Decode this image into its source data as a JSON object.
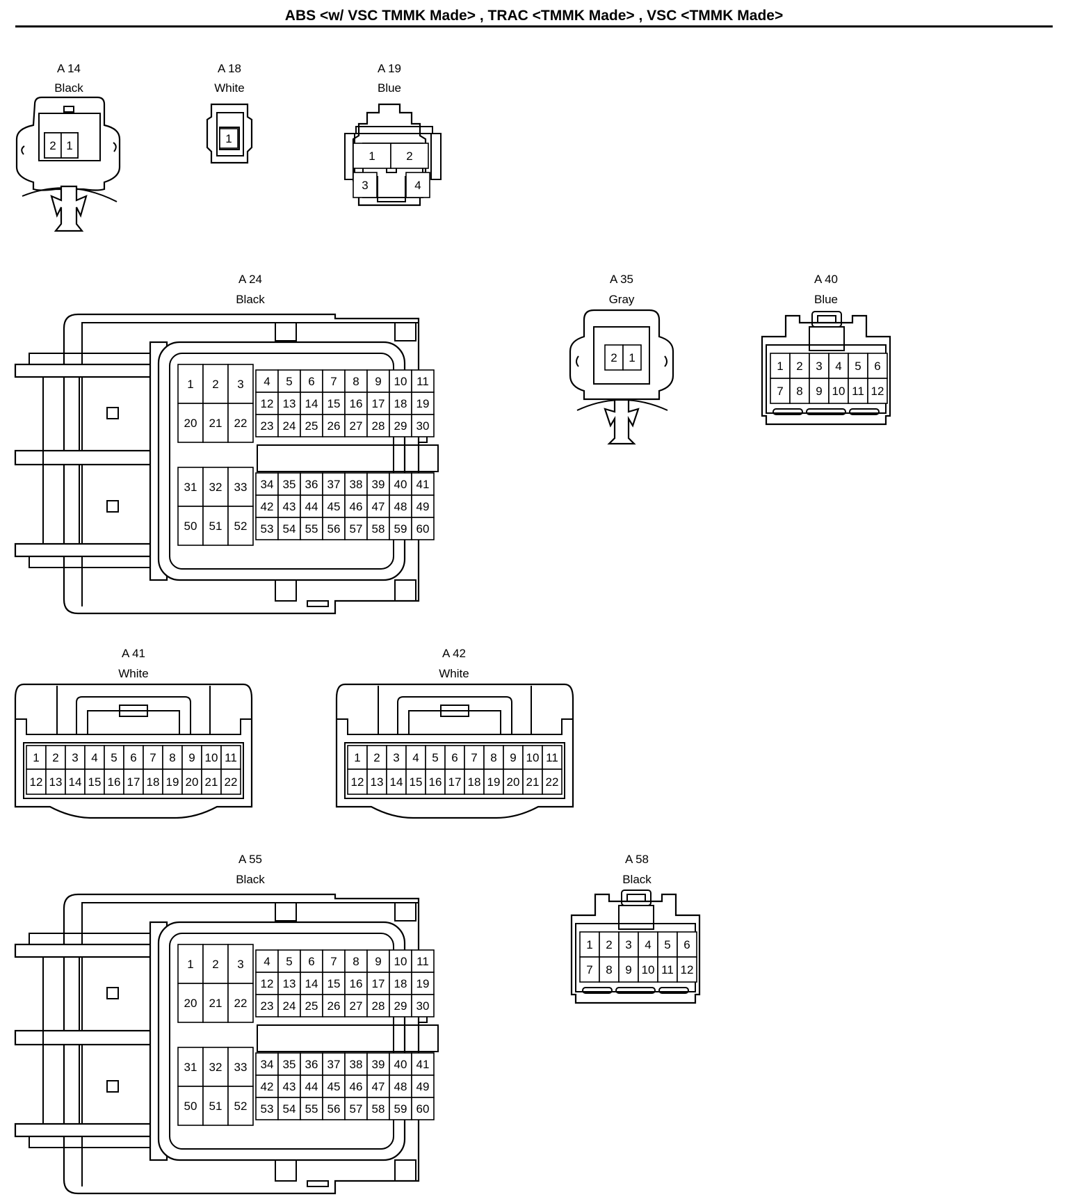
{
  "title": "ABS <w/ VSC TMMK Made> , TRAC <TMMK Made> , VSC <TMMK Made>",
  "connectors": [
    {
      "id": "A14",
      "code": "A 14",
      "color": "Black",
      "pins_top": [
        "2",
        "1"
      ]
    },
    {
      "id": "A18",
      "code": "A 18",
      "color": "White",
      "pins_top": [
        "1"
      ]
    },
    {
      "id": "A19",
      "code": "A 19",
      "color": "Blue",
      "pins_top": [
        "1",
        "2"
      ],
      "pins_bottom": [
        "3",
        "4"
      ]
    },
    {
      "id": "A24",
      "code": "A 24",
      "color": "Black"
    },
    {
      "id": "A35",
      "code": "A 35",
      "color": "Gray",
      "pins_top": [
        "2",
        "1"
      ]
    },
    {
      "id": "A40",
      "code": "A 40",
      "color": "Blue",
      "pins_top": [
        "1",
        "2",
        "3",
        "4",
        "5",
        "6"
      ],
      "pins_bottom": [
        "7",
        "8",
        "9",
        "10",
        "11",
        "12"
      ]
    },
    {
      "id": "A41",
      "code": "A 41",
      "color": "White",
      "pins_top": [
        "1",
        "2",
        "3",
        "4",
        "5",
        "6",
        "7",
        "8",
        "9",
        "10",
        "11"
      ],
      "pins_bottom": [
        "12",
        "13",
        "14",
        "15",
        "16",
        "17",
        "18",
        "19",
        "20",
        "21",
        "22"
      ]
    },
    {
      "id": "A42",
      "code": "A 42",
      "color": "White",
      "pins_top": [
        "1",
        "2",
        "3",
        "4",
        "5",
        "6",
        "7",
        "8",
        "9",
        "10",
        "11"
      ],
      "pins_bottom": [
        "12",
        "13",
        "14",
        "15",
        "16",
        "17",
        "18",
        "19",
        "20",
        "21",
        "22"
      ]
    },
    {
      "id": "A55",
      "code": "A 55",
      "color": "Black"
    },
    {
      "id": "A58",
      "code": "A 58",
      "color": "Black",
      "pins_top": [
        "1",
        "2",
        "3",
        "4",
        "5",
        "6"
      ],
      "pins_bottom": [
        "7",
        "8",
        "9",
        "10",
        "11",
        "12"
      ]
    }
  ],
  "ecu_pins": {
    "left_top": [
      [
        "1",
        "2",
        "3"
      ],
      [
        "20",
        "21",
        "22"
      ]
    ],
    "right_top": [
      [
        "4",
        "5",
        "6",
        "7",
        "8",
        "9",
        "10",
        "11"
      ],
      [
        "12",
        "13",
        "14",
        "15",
        "16",
        "17",
        "18",
        "19"
      ],
      [
        "23",
        "24",
        "25",
        "26",
        "27",
        "28",
        "29",
        "30"
      ]
    ],
    "left_bottom": [
      [
        "31",
        "32",
        "33"
      ],
      [
        "50",
        "51",
        "52"
      ]
    ],
    "right_bottom": [
      [
        "34",
        "35",
        "36",
        "37",
        "38",
        "39",
        "40",
        "41"
      ],
      [
        "42",
        "43",
        "44",
        "45",
        "46",
        "47",
        "48",
        "49"
      ],
      [
        "53",
        "54",
        "55",
        "56",
        "57",
        "58",
        "59",
        "60"
      ]
    ]
  }
}
